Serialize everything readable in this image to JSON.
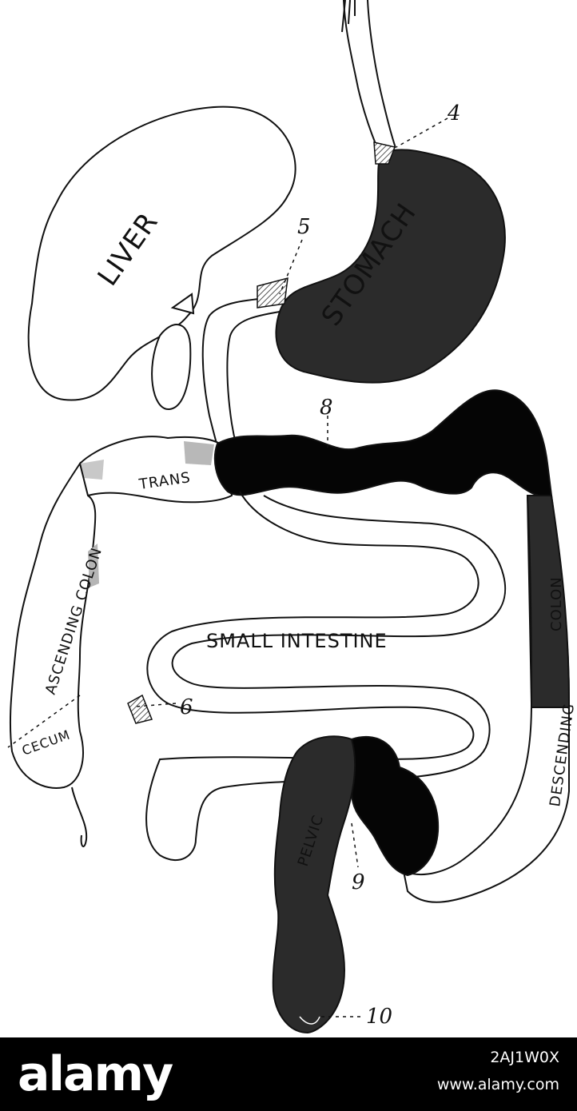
{
  "diagram": {
    "labels": {
      "liver": "LIVER",
      "stomach": "STOMACH",
      "transverse": "TRANS",
      "ascending_colon": "ASCENDING COLON",
      "small_intestine": "SMALL INTESTINE",
      "descending_colon_a": "DESCENDING",
      "descending_colon_b": "COLON",
      "cecum": "CECUM",
      "pelvic": "PELVIC"
    },
    "callouts": [
      "4",
      "5",
      "6",
      "8",
      "9",
      "10"
    ],
    "colors": {
      "dark_fill": "#2b2b2b",
      "black_fill": "#050505",
      "outline": "#111111",
      "hatch": "#777777"
    }
  },
  "footer": {
    "brand": "alamy",
    "image_id": "2AJ1W0X",
    "url": "www.alamy.com"
  }
}
